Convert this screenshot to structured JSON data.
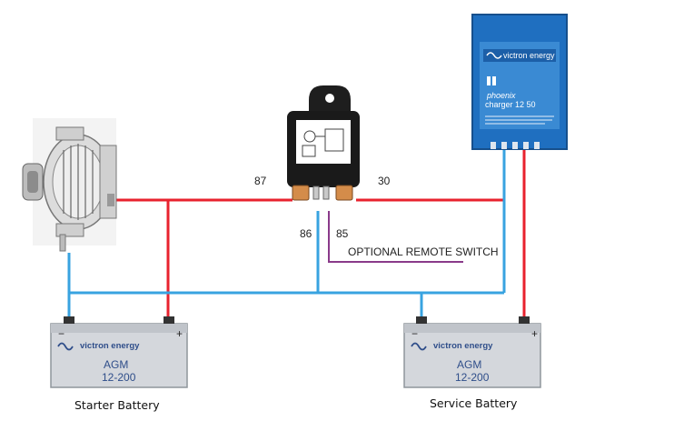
{
  "relay": {
    "terminal_87": "87",
    "terminal_30": "30",
    "terminal_86": "86",
    "terminal_85": "85"
  },
  "switch_label": "OPTIONAL REMOTE SWITCH",
  "charger": {
    "brand": "victron energy",
    "model_line1": "phoenix",
    "model_line2": "charger 12 50"
  },
  "starter_battery": {
    "brand": "victron energy",
    "type": "AGM",
    "rating": "12-200",
    "caption": "Starter Battery",
    "minus": "−",
    "plus": "+"
  },
  "service_battery": {
    "brand": "victron energy",
    "type": "AGM",
    "rating": "12-200",
    "caption": "Service Battery",
    "minus": "−",
    "plus": "+"
  },
  "colors": {
    "positive_wire": "#e8222e",
    "negative_wire": "#38a3e0",
    "switch_wire": "#8a3a8a",
    "charger_body": "#1f6fc0",
    "battery_body": "#d4d7dc"
  }
}
